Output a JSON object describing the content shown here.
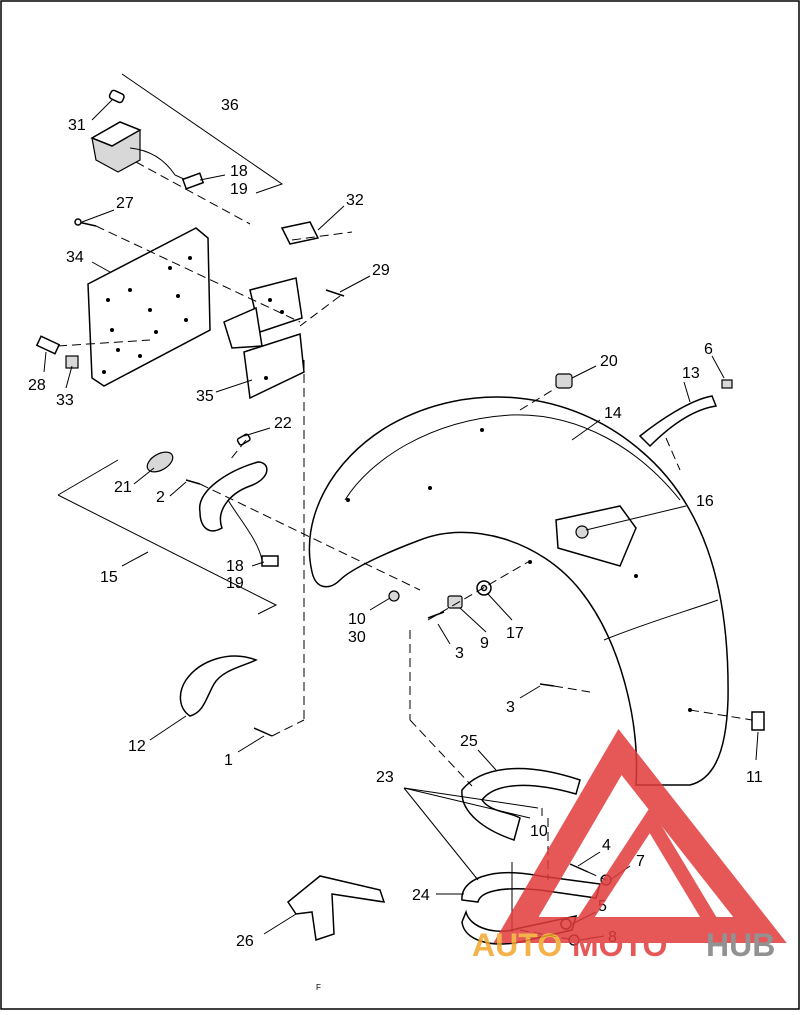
{
  "diagram": {
    "callouts": {
      "c36": "36",
      "c31": "31",
      "c18a": "18",
      "c19a": "19",
      "c27": "27",
      "c32": "32",
      "c34": "34",
      "c29": "29",
      "c28": "28",
      "c33": "33",
      "c35": "35",
      "c20": "20",
      "c6": "6",
      "c13": "13",
      "c14": "14",
      "c22": "22",
      "c21": "21",
      "c2": "2",
      "c16": "16",
      "c15": "15",
      "c18b": "18",
      "c19b": "19",
      "c10a": "10",
      "c30": "30",
      "c3a": "3",
      "c9": "9",
      "c17": "17",
      "c3b": "3",
      "c12": "12",
      "c1": "1",
      "c11": "11",
      "c25": "25",
      "c23": "23",
      "c10b": "10",
      "c4": "4",
      "c7": "7",
      "c24": "24",
      "c5": "5",
      "c26": "26",
      "c8": "8"
    },
    "footer_mark": "F"
  },
  "watermark": {
    "part1": "AUTO",
    "part2": "MOTO",
    "part3": "HUB",
    "color_red": "#e23b3b",
    "color_orange": "#f3a62b",
    "color_gray": "#7f7f7f"
  }
}
